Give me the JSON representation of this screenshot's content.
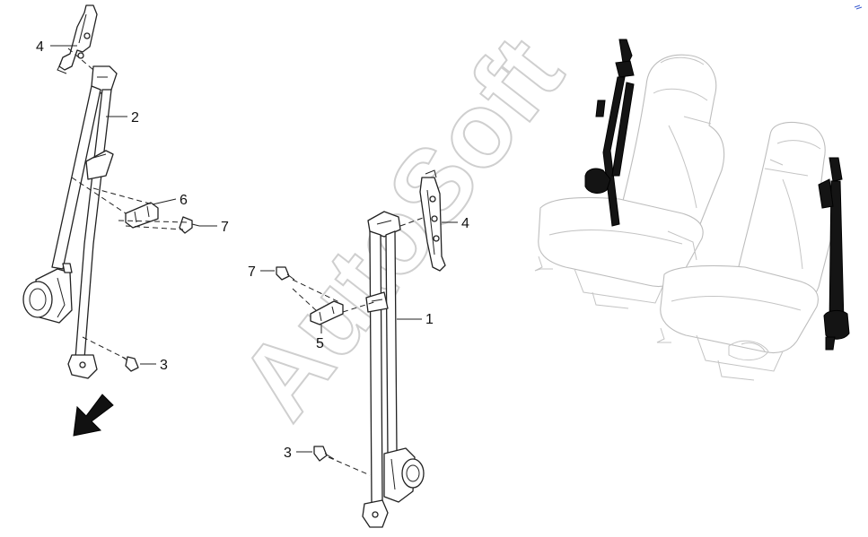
{
  "watermark": "AutoSoft",
  "callouts": {
    "left_4": "4",
    "left_2": "2",
    "left_6": "6",
    "left_7": "7",
    "left_3": "3",
    "center_4": "4",
    "center_7": "7",
    "center_1": "1",
    "center_5": "5",
    "center_3": "3"
  },
  "icons": {
    "direction": "front-direction-arrow-icon",
    "corner_mark": "corner-mark-icon"
  },
  "colors": {
    "line": "#222222",
    "seat_outline": "#bdbdbd",
    "highlight_belt": "#141414",
    "watermark": "#cfcfcf"
  }
}
